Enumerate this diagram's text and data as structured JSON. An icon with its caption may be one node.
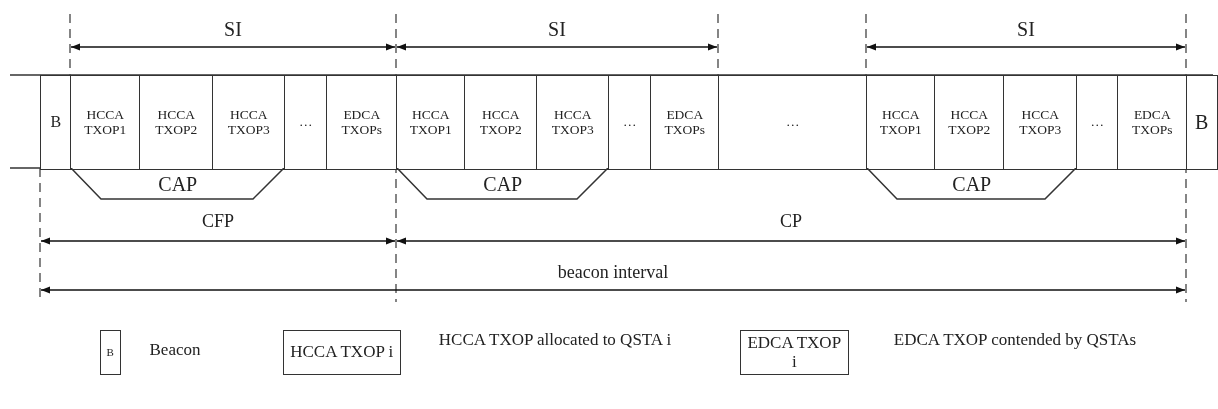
{
  "diagram": {
    "nodes": [
      {
        "text": [
          "B"
        ]
      },
      {
        "text": [
          "HCCA TXOP1"
        ]
      },
      {
        "text": [
          "HCCA TXOP2"
        ]
      },
      {
        "text": [
          "HCCA TXOP3"
        ]
      },
      {
        "text": [
          "…"
        ]
      },
      {
        "text": [
          "EDCA TXOPs"
        ]
      },
      {
        "text": [
          "HCCA TXOP1"
        ]
      },
      {
        "text": [
          "HCCA TXOP2"
        ]
      },
      {
        "text": [
          "HCCA TXOP3"
        ]
      },
      {
        "text": [
          "…"
        ]
      },
      {
        "text": [
          "EDCA TXOPs"
        ]
      },
      {
        "text": [
          "…"
        ]
      },
      {
        "text": [
          "HCCA TXOP1"
        ]
      },
      {
        "text": [
          "HCCA TXOP2"
        ]
      },
      {
        "text": [
          "HCCA TXOP3"
        ]
      },
      {
        "text": [
          "…"
        ]
      },
      {
        "text": [
          "EDCA TXOPs"
        ]
      },
      {
        "text": [
          "B"
        ]
      },
      {
        "text": [
          "CAP"
        ]
      },
      {
        "text": [
          "CAP"
        ]
      },
      {
        "text": [
          "CAP"
        ]
      },
      {
        "text": [
          "B"
        ],
        "beside": [
          "Beacon"
        ]
      },
      {
        "text": [
          "HCCA TXOP i"
        ],
        "beside": [
          "HCCA TXOP allocated to QSTA i"
        ]
      },
      {
        "text": [
          "EDCA TXOP i"
        ],
        "beside": [
          "EDCA TXOP contended by QSTAs"
        ]
      }
    ],
    "labels": [
      "SI",
      "SI",
      "SI",
      "CFP",
      "CP",
      "beacon interval"
    ]
  }
}
